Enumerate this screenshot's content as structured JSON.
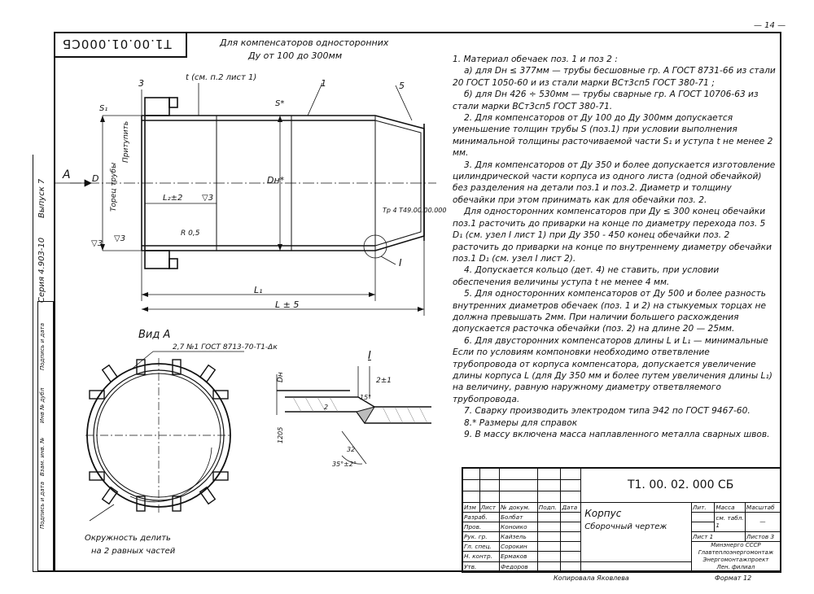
{
  "page_number": "— 14 —",
  "doc_code_rotated": "Т1.00.01.000СБ",
  "series_label": "Серия 4.903-10",
  "issue_label": "Выпуск 7",
  "header_note": {
    "line1": "Для компенсаторов односторонних",
    "line2": "Ду от 100 до 300мм"
  },
  "drawing_labels": {
    "pos3": "3",
    "pos1": "1",
    "pos5": "5",
    "t_note": "t (см. п.2 лист 1)",
    "s1": "S₁",
    "s_star": "S*",
    "view_arrow": "A",
    "dim_D": "D",
    "dim_Dn": "Dн*",
    "pipe_end": "Торец трубы",
    "countersink": "Притупить",
    "l2": "L₂±2",
    "rough1": "▽3",
    "rough2": "▽3",
    "rough3": "▽3",
    "r05": "R 0,5",
    "weld_mark": "Тр 4 Т49.00.00.000",
    "node_I": "I",
    "L1": "L₁",
    "L": "L ± 5",
    "view_A_title": "Вид А",
    "weld_symbol": "2,7 №1  ГОСТ 8713-70-Т1-Δк",
    "circle_note_1": "Окружность делить",
    "circle_note_2": "на 2 равных частей",
    "detail_I_title": "I",
    "detail_dim_Dn": "Dн",
    "detail_2pm1": "2±1",
    "detail_15": "15°",
    "detail_1205": "1205",
    "detail_2": "2",
    "detail_32": "32",
    "detail_35": "35°±2°"
  },
  "left_strip": {
    "col1": "Подпись и дата",
    "col2": "Инв № дубл",
    "col3": "Взам. инв. №",
    "col4": "Подпись и дата"
  },
  "notes": [
    "1. Материал обечаек поз. 1 и поз 2 :",
    "а) для Dн ≤ 377мм — трубы бесшовные гр. А ГОСТ 8731-66 из стали 20 ГОСТ 1050-60 и из стали марки ВСт3сп5 ГОСТ 380-71 ;",
    "б) для Dн 426 ÷ 530мм — трубы сварные гр. А ГОСТ 10706-63 из стали марки ВСт3сп5 ГОСТ 380-71.",
    "2. Для компенсаторов от Ду 100 до Ду 300мм допускается уменьшение толщин трубы S (поз.1) при условии выполнения минимальной толщины расточиваемой части S₁ и уступа t не менее 2 мм.",
    "3. Для компенсаторов от Ду 350 и более допускается изготовление цилиндрической части корпуса из одного листа (одной обечайкой) без разделения на детали поз.1 и поз.2. Диаметр и толщину обечайки при этом принимать как для обечайки поз. 2.",
    "Для односторонних компенсаторов при Ду ≤ 300 конец обечайки поз.1 расточить до приварки на конце по диаметру перехода поз. 5 D₁ (см. узел I лист 1) при Ду 350 - 450 конец обечайки поз. 2 расточить до приварки на конце по внутреннему диаметру обечайки поз.1 D₁ (см. узел I лист 2).",
    "4. Допускается кольцо (дет. 4) не ставить, при условии обеспечения величины уступа t не менее 4 мм.",
    "5. Для односторонних компенсаторов от Ду 500 и более разность внутренних диаметров обечаек (поз. 1 и 2) на стыкуемых торцах не должна превышать 2мм. При наличии большего расхождения допускается расточка обечайки (поз. 2) на длине 20 — 25мм.",
    "6. Для двусторонних компенсаторов длины L и L₁ — минимальные",
    "Если по условиям компоновки необходимо ответвление трубопровода от корпуса компенсатора, допускается увеличение длины корпуса L (для Ду 350 мм и более путем увеличения длины L₁) на величину, равную наружному диаметру ответвляемого трубопровода.",
    "7. Сварку производить электродом типа Э42 по ГОСТ 9467-60.",
    "8.* Размеры для справок",
    "9. В массу включена масса наплавленного металла сварных швов."
  ],
  "title_block": {
    "doc_code": "Т1. 00. 02. 000 СБ",
    "name_line1": "Корпус",
    "name_line2": "Сборочный чертеж",
    "col_lit": "Лит.",
    "col_mass": "Масса",
    "col_scale": "Масштаб",
    "mass_value": "см. табл. 1",
    "scale_value": "—",
    "sheet_label": "Лист 1",
    "sheets_label": "Листов 3",
    "org_line1": "Минэнерго СССР",
    "org_line2": "Главтеплоэнергомонтаж",
    "org_line3": "Энергомонтажпроект",
    "org_line4": "Лен. филиал",
    "row_headers": [
      "Изм",
      "Лист",
      "№ докум.",
      "Подп.",
      "Дата"
    ],
    "people": [
      {
        "role": "Разраб.",
        "name": "Болбат"
      },
      {
        "role": "Пров.",
        "name": "Коноико"
      },
      {
        "role": "Рук. гр.",
        "name": "Кайзель"
      },
      {
        "role": "Гл. спец.",
        "name": "Сорокин"
      },
      {
        "role": "Н. контр.",
        "name": "Ермаков"
      },
      {
        "role": "Утв.",
        "name": "Федоров"
      }
    ],
    "copied_by": "Копировала Яковлева",
    "format": "Формат 12"
  }
}
